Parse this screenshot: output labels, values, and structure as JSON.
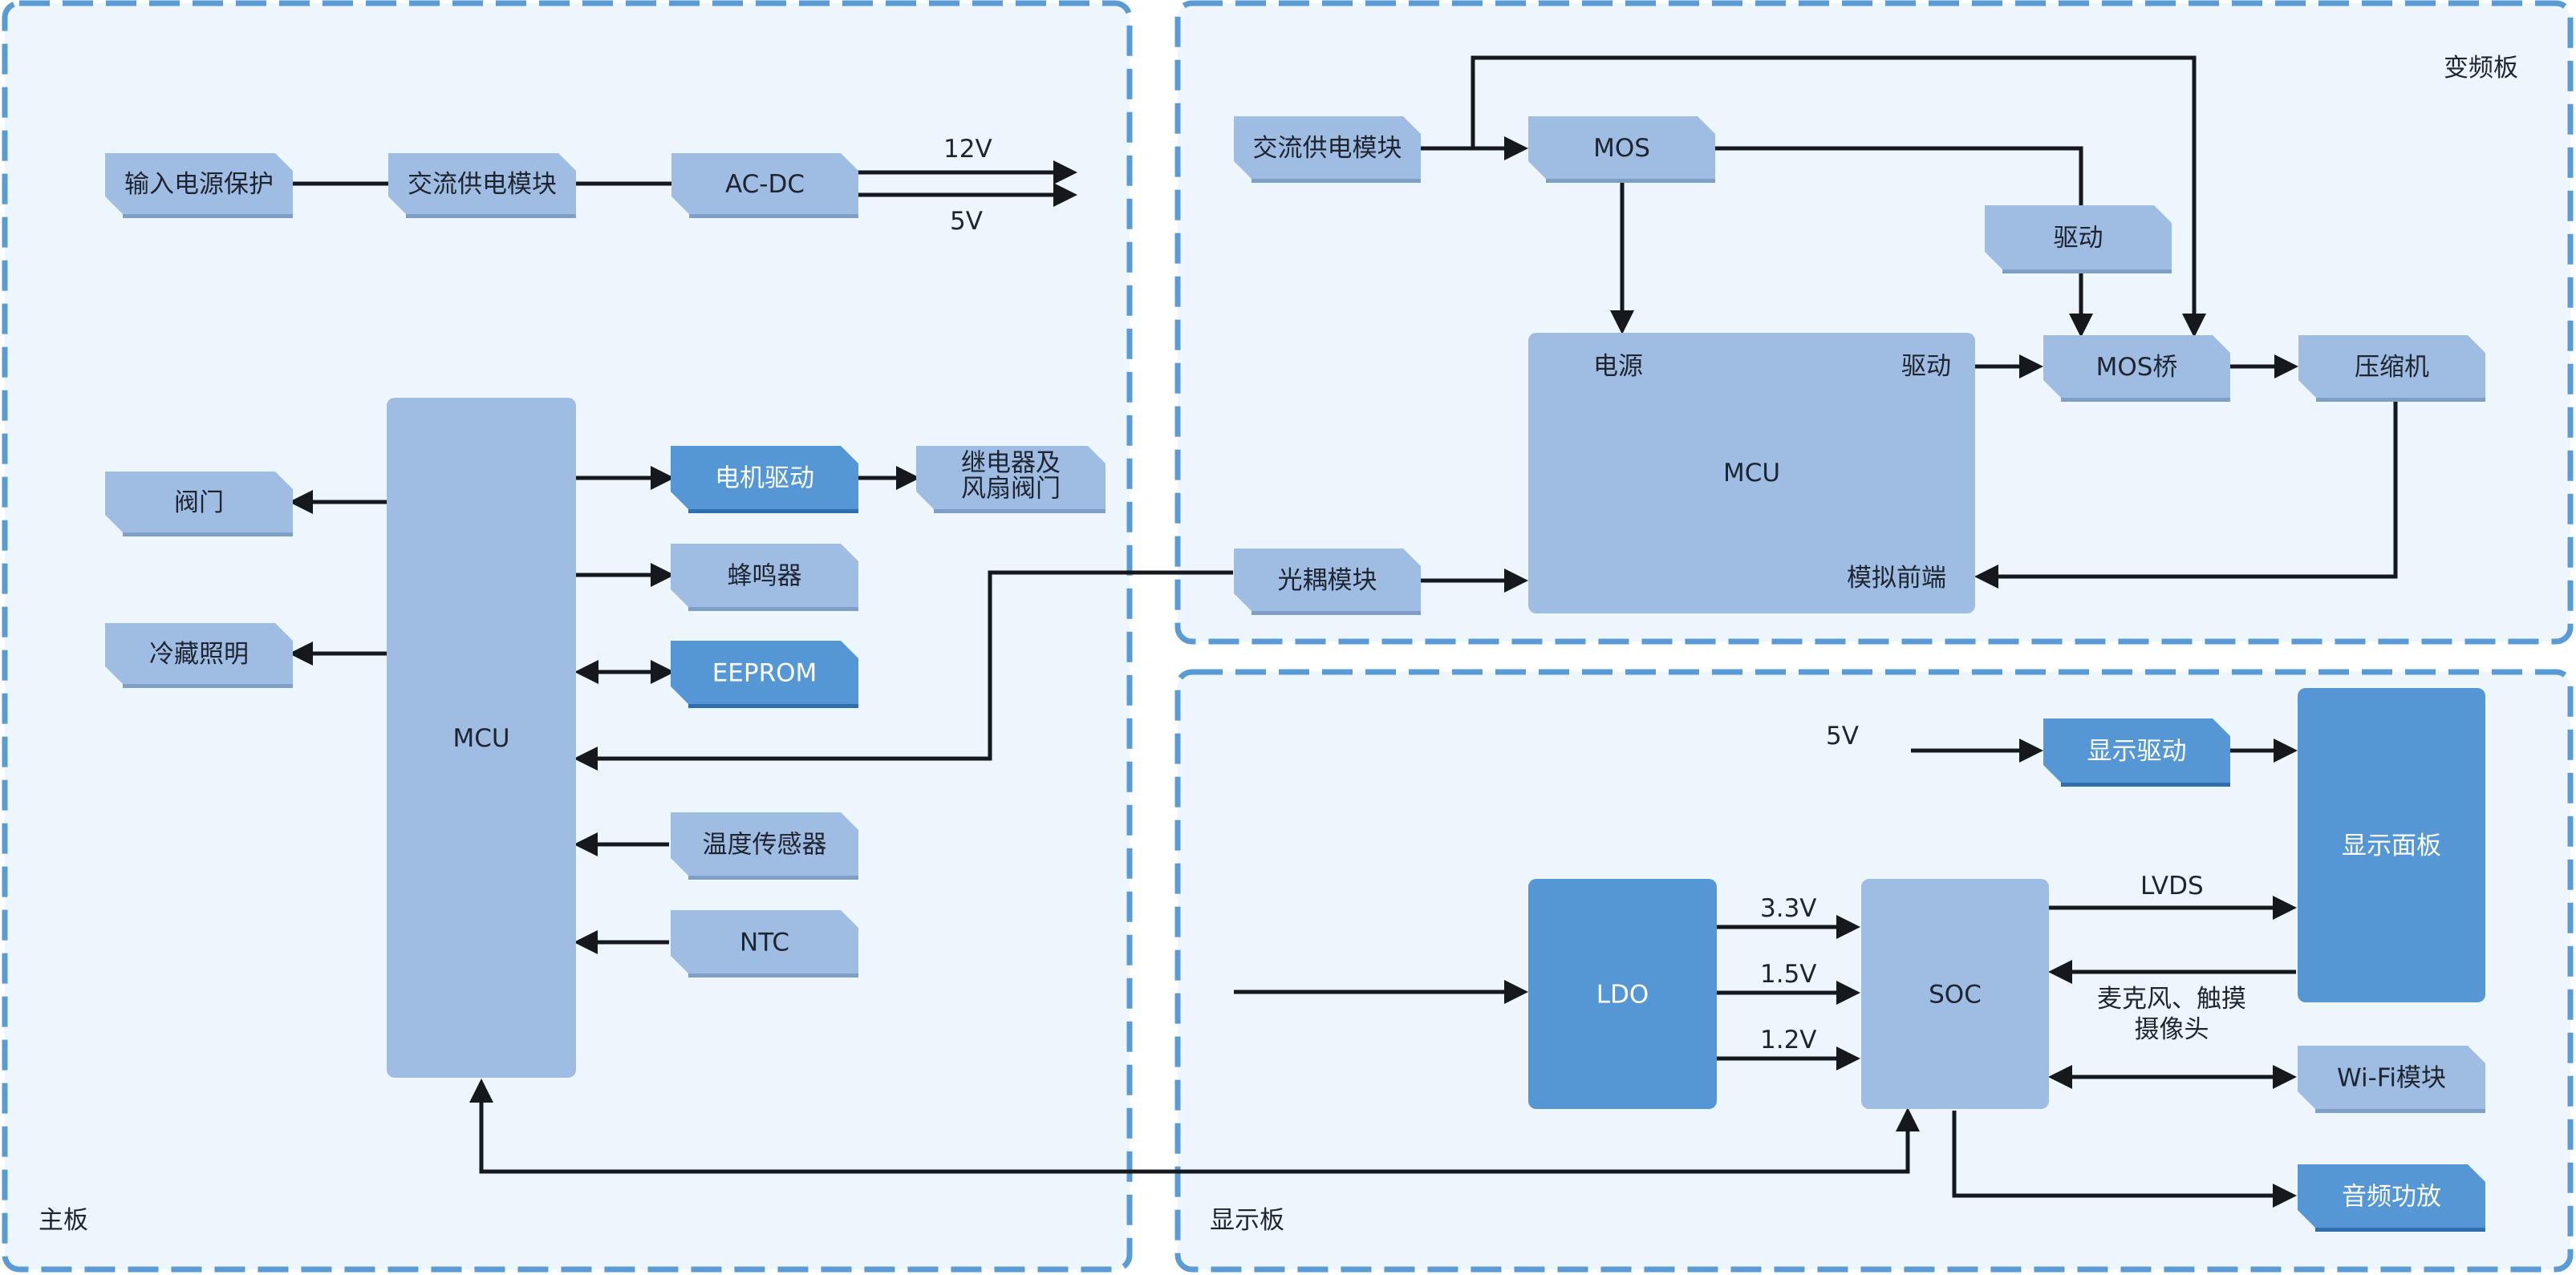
{
  "sections": {
    "main": "主板",
    "inverter": "变频板",
    "display": "显示板"
  },
  "main_board": {
    "input_protect": "输入电源保护",
    "ac_supply": "交流供电模块",
    "acdc": "AC-DC",
    "out_12v": "12V",
    "out_5v": "5V",
    "mcu": "MCU",
    "valve": "阀门",
    "fridge_light": "冷藏照明",
    "motor_driver": "电机驱动",
    "relay_fan_valve": [
      "继电器及",
      "风扇阀门"
    ],
    "buzzer": "蜂鸣器",
    "eeprom": "EEPROM",
    "temp_sensor": "温度传感器",
    "ntc": "NTC"
  },
  "inverter_board": {
    "ac_supply": "交流供电模块",
    "mos": "MOS",
    "driver": "驱动",
    "mcu": "MCU",
    "mcu_power": "电源",
    "mcu_drive": "驱动",
    "mcu_afe": "模拟前端",
    "mos_bridge": "MOS桥",
    "compressor": "压缩机",
    "optocoupler": "光耦模块"
  },
  "display_board": {
    "in_5v": "5V",
    "display_driver": "显示驱动",
    "display_panel": "显示面板",
    "ldo": "LDO",
    "soc": "SOC",
    "v33": "3.3V",
    "v15": "1.5V",
    "v12": "1.2V",
    "lvds": "LVDS",
    "mic_touch_cam": [
      "麦克风、触摸",
      "摄像头"
    ],
    "wifi": "Wi-Fi模块",
    "audio_amp": "音频功放"
  },
  "colors": {
    "panel_bg": "#edf6fc",
    "panel_border": "#5b9bd5",
    "block_light": "#9fbde2",
    "block_dark": "#5597d4",
    "line": "#15181d",
    "text": "#1f2530",
    "text_on_dark": "#ffffff"
  }
}
